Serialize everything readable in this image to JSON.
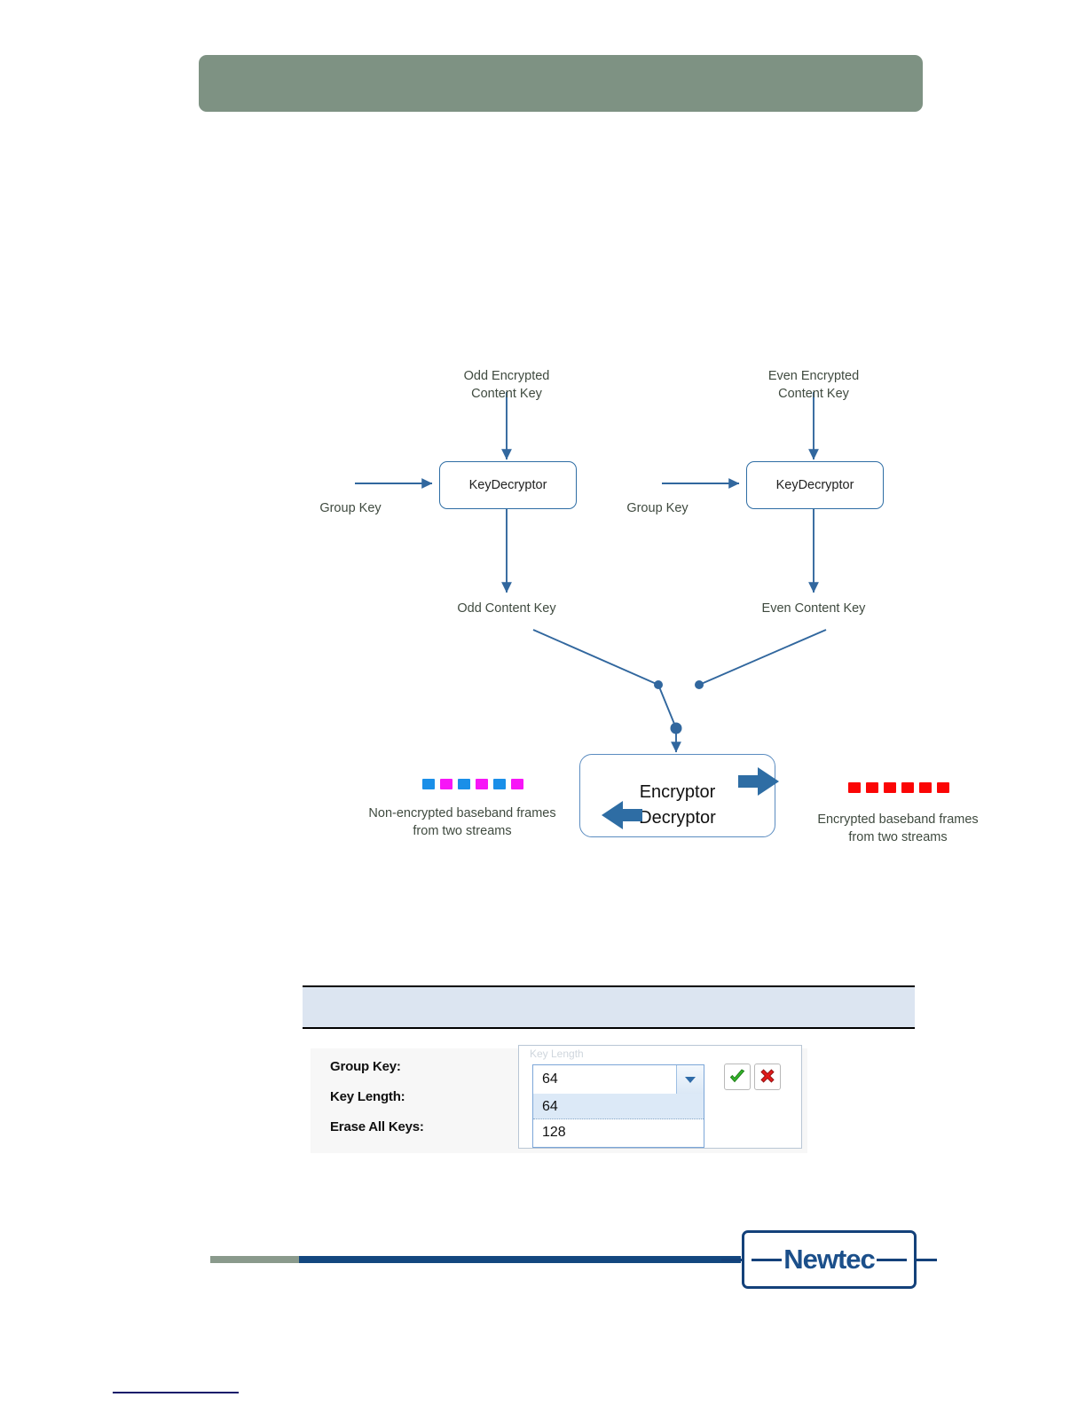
{
  "page": {
    "header_band_color": "#7e9283",
    "accent_blue": "#13477f"
  },
  "diagram": {
    "title": "",
    "nodes": {
      "odd_key_decryptor": "KeyDecryptor",
      "even_key_decryptor": "KeyDecryptor",
      "encryptor_line1": "Encryptor",
      "encryptor_line2": "Decryptor"
    },
    "labels": {
      "odd_encrypted_content_key": "Odd Encrypted\nContent Key",
      "even_encrypted_content_key": "Even Encrypted\nContent Key",
      "group_key_left": "Group Key",
      "group_key_right": "Group Key",
      "odd_content_key": "Odd Content Key",
      "even_content_key": "Even Content Key",
      "non_encrypted_caption": "Non-encrypted baseband frames\nfrom two streams",
      "encrypted_caption": "Encrypted baseband frames\nfrom two streams"
    },
    "stream_squares_left": [
      "#1a8fe8",
      "#f715f7",
      "#1a8fe8",
      "#f715f7",
      "#1a8fe8",
      "#f715f7"
    ],
    "stream_squares_right": [
      "#fb0505",
      "#fb0505",
      "#fb0505",
      "#fb0505",
      "#fb0505",
      "#fb0505"
    ],
    "connector_color": "#31679e"
  },
  "table": {
    "header_bg": "#dce5f1",
    "header_text": ""
  },
  "gui": {
    "labels": {
      "group_key": "Group Key:",
      "key_length": "Key Length:",
      "erase_all_keys": "Erase All Keys:"
    },
    "dropdown": {
      "ghost_text": "Key Length",
      "selected_value": "64",
      "options": [
        "64",
        "128"
      ],
      "selected_index": 0
    },
    "buttons": {
      "confirm": "confirm",
      "cancel": "cancel"
    }
  },
  "footer": {
    "logo_text": "Newtec",
    "green_segment_color": "#8a9a8c",
    "blue_segment_color": "#13477f"
  }
}
